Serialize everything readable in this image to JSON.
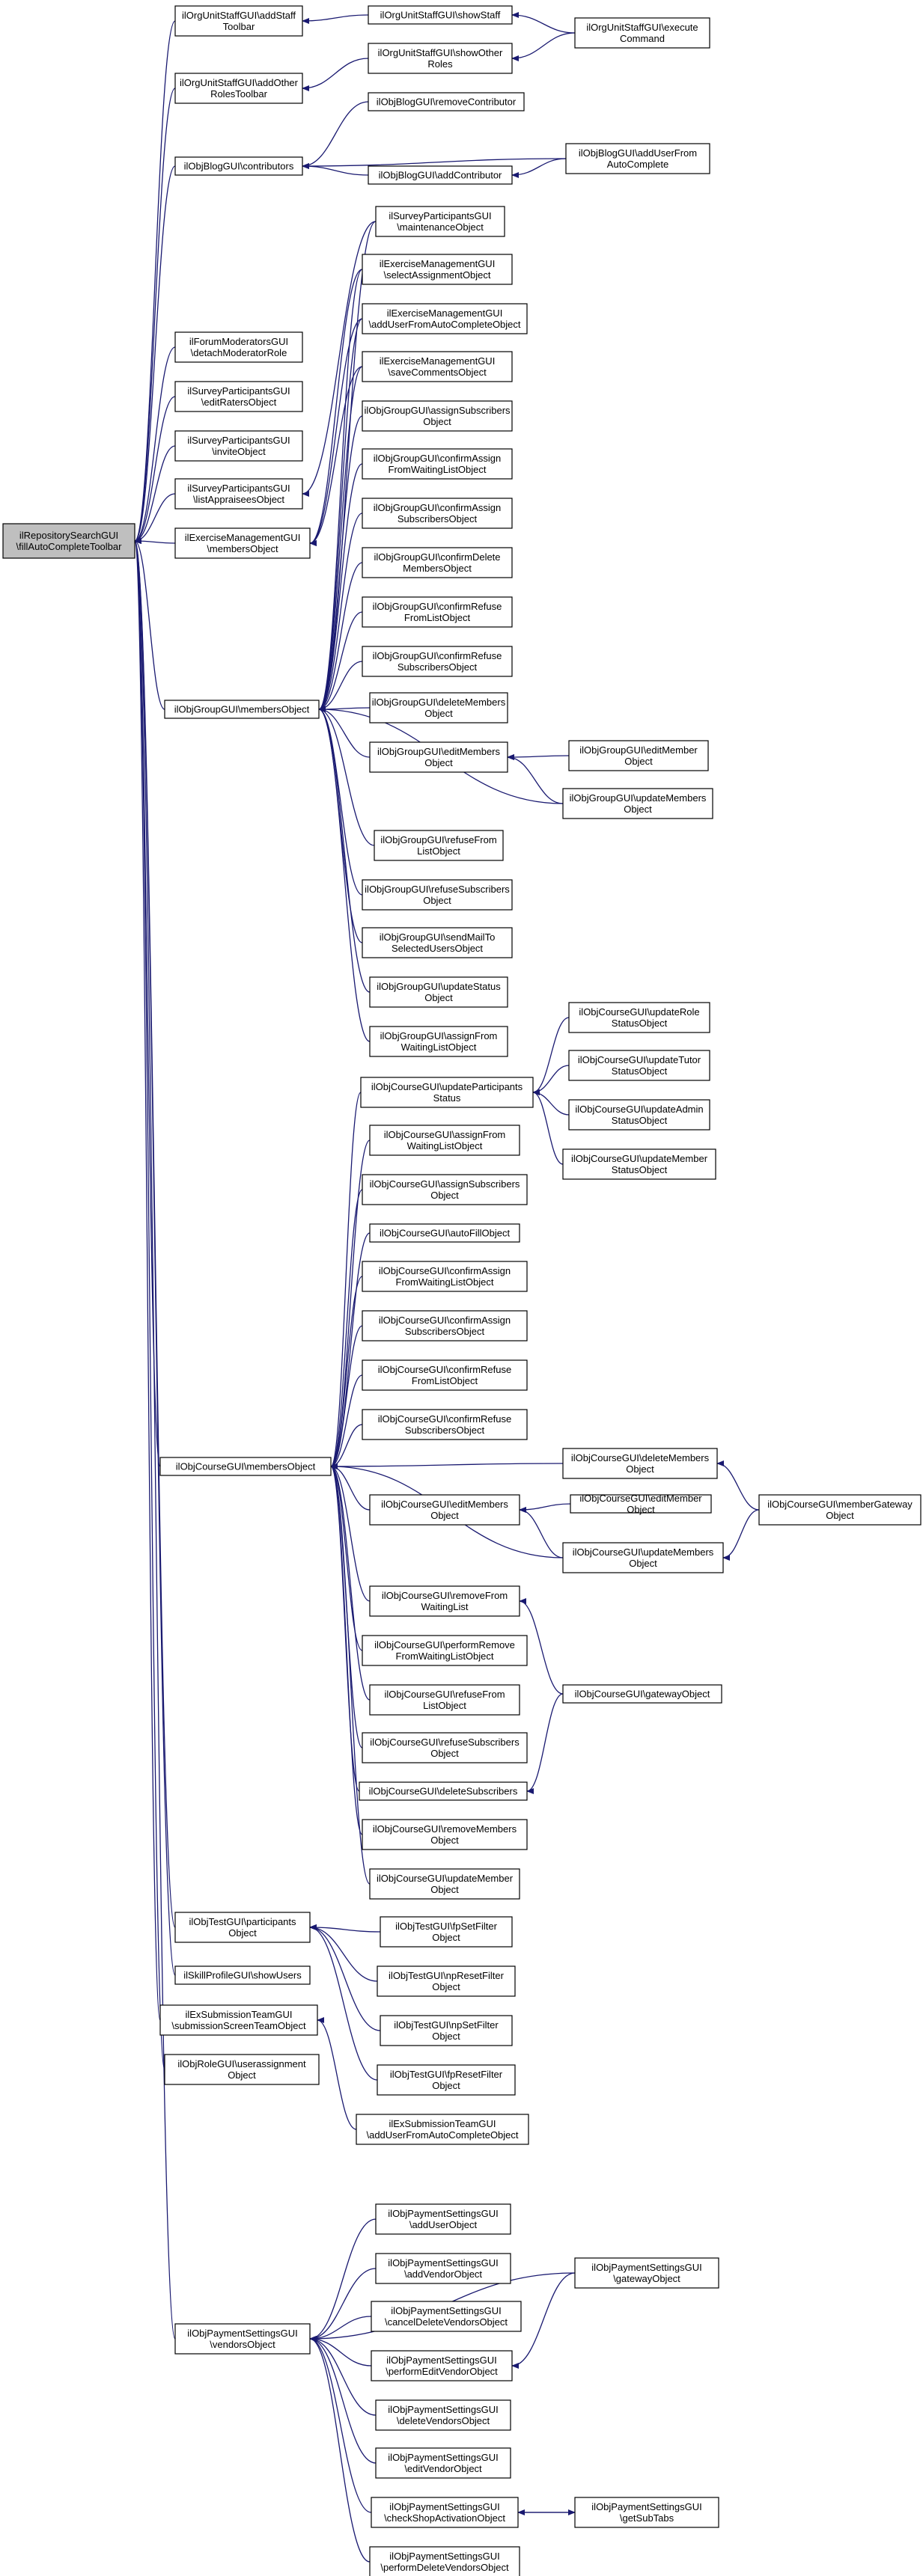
{
  "graph": {
    "colors": {
      "edge": "#191970",
      "node_border": "#000000",
      "root_fill": "#bfbfbf",
      "node_fill": "#ffffff"
    },
    "nodes": [
      {
        "id": "root",
        "lines": [
          "ilRepositorySearchGUI",
          "\\fillAutoCompleteToolbar"
        ],
        "root": true
      },
      {
        "id": "ou_addstaff",
        "lines": [
          "ilOrgUnitStaffGUI\\addStaff",
          "Toolbar"
        ]
      },
      {
        "id": "ou_showstaff",
        "lines": [
          "ilOrgUnitStaffGUI\\showStaff"
        ]
      },
      {
        "id": "ou_exec",
        "lines": [
          "ilOrgUnitStaffGUI\\execute",
          "Command"
        ]
      },
      {
        "id": "ou_addother",
        "lines": [
          "ilOrgUnitStaffGUI\\addOther",
          "RolesToolbar"
        ]
      },
      {
        "id": "ou_showother",
        "lines": [
          "ilOrgUnitStaffGUI\\showOther",
          "Roles"
        ]
      },
      {
        "id": "blog_contrib",
        "lines": [
          "ilObjBlogGUI\\contributors"
        ]
      },
      {
        "id": "blog_remove",
        "lines": [
          "ilObjBlogGUI\\removeContributor"
        ]
      },
      {
        "id": "blog_add",
        "lines": [
          "ilObjBlogGUI\\addContributor"
        ]
      },
      {
        "id": "blog_adduser",
        "lines": [
          "ilObjBlogGUI\\addUserFrom",
          "AutoComplete"
        ]
      },
      {
        "id": "survey_maint",
        "lines": [
          "ilSurveyParticipantsGUI",
          "\\maintenanceObject"
        ]
      },
      {
        "id": "ex_select",
        "lines": [
          "ilExerciseManagementGUI",
          "\\selectAssignmentObject"
        ]
      },
      {
        "id": "ex_adduser",
        "lines": [
          "ilExerciseManagementGUI",
          "\\addUserFromAutoCompleteObject"
        ]
      },
      {
        "id": "ex_savecomm",
        "lines": [
          "ilExerciseManagementGUI",
          "\\saveCommentsObject"
        ]
      },
      {
        "id": "forum_detach",
        "lines": [
          "ilForumModeratorsGUI",
          "\\detachModeratorRole"
        ]
      },
      {
        "id": "survey_edit",
        "lines": [
          "ilSurveyParticipantsGUI",
          "\\editRatersObject"
        ]
      },
      {
        "id": "survey_invite",
        "lines": [
          "ilSurveyParticipantsGUI",
          "\\inviteObject"
        ]
      },
      {
        "id": "survey_list",
        "lines": [
          "ilSurveyParticipantsGUI",
          "\\listAppraiseesObject"
        ]
      },
      {
        "id": "ex_members",
        "lines": [
          "ilExerciseManagementGUI",
          "\\membersObject"
        ]
      },
      {
        "id": "grp_assignsub",
        "lines": [
          "ilObjGroupGUI\\assignSubscribers",
          "Object"
        ]
      },
      {
        "id": "grp_confassignwl",
        "lines": [
          "ilObjGroupGUI\\confirmAssign",
          "FromWaitingListObject"
        ]
      },
      {
        "id": "grp_confassignsub",
        "lines": [
          "ilObjGroupGUI\\confirmAssign",
          "SubscribersObject"
        ]
      },
      {
        "id": "grp_confdel",
        "lines": [
          "ilObjGroupGUI\\confirmDelete",
          "MembersObject"
        ]
      },
      {
        "id": "grp_confrefuselist",
        "lines": [
          "ilObjGroupGUI\\confirmRefuse",
          "FromListObject"
        ]
      },
      {
        "id": "grp_confrefusesub",
        "lines": [
          "ilObjGroupGUI\\confirmRefuse",
          "SubscribersObject"
        ]
      },
      {
        "id": "grp_members",
        "lines": [
          "ilObjGroupGUI\\membersObject"
        ]
      },
      {
        "id": "grp_delmembers",
        "lines": [
          "ilObjGroupGUI\\deleteMembers",
          "Object"
        ]
      },
      {
        "id": "grp_editmembers",
        "lines": [
          "ilObjGroupGUI\\editMembers",
          "Object"
        ]
      },
      {
        "id": "grp_editmember",
        "lines": [
          "ilObjGroupGUI\\editMember",
          "Object"
        ]
      },
      {
        "id": "grp_updmembers",
        "lines": [
          "ilObjGroupGUI\\updateMembers",
          "Object"
        ]
      },
      {
        "id": "grp_refusefrom",
        "lines": [
          "ilObjGroupGUI\\refuseFrom",
          "ListObject"
        ]
      },
      {
        "id": "grp_refusesub",
        "lines": [
          "ilObjGroupGUI\\refuseSubscribers",
          "Object"
        ]
      },
      {
        "id": "grp_sendmail",
        "lines": [
          "ilObjGroupGUI\\sendMailTo",
          "SelectedUsersObject"
        ]
      },
      {
        "id": "grp_updstatus",
        "lines": [
          "ilObjGroupGUI\\updateStatus",
          "Object"
        ]
      },
      {
        "id": "grp_assignwl",
        "lines": [
          "ilObjGroupGUI\\assignFrom",
          "WaitingListObject"
        ]
      },
      {
        "id": "crs_updrole",
        "lines": [
          "ilObjCourseGUI\\updateRole",
          "StatusObject"
        ]
      },
      {
        "id": "crs_updpart",
        "lines": [
          "ilObjCourseGUI\\updateParticipants",
          "Status"
        ]
      },
      {
        "id": "crs_updtutor",
        "lines": [
          "ilObjCourseGUI\\updateTutor",
          "StatusObject"
        ]
      },
      {
        "id": "crs_updadmin",
        "lines": [
          "ilObjCourseGUI\\updateAdmin",
          "StatusObject"
        ]
      },
      {
        "id": "crs_updmemberstatus",
        "lines": [
          "ilObjCourseGUI\\updateMember",
          "StatusObject"
        ]
      },
      {
        "id": "crs_assignwl",
        "lines": [
          "ilObjCourseGUI\\assignFrom",
          "WaitingListObject"
        ]
      },
      {
        "id": "crs_assignsub",
        "lines": [
          "ilObjCourseGUI\\assignSubscribers",
          "Object"
        ]
      },
      {
        "id": "crs_autofill",
        "lines": [
          "ilObjCourseGUI\\autoFillObject"
        ]
      },
      {
        "id": "crs_confassignwl",
        "lines": [
          "ilObjCourseGUI\\confirmAssign",
          "FromWaitingListObject"
        ]
      },
      {
        "id": "crs_confassignsub",
        "lines": [
          "ilObjCourseGUI\\confirmAssign",
          "SubscribersObject"
        ]
      },
      {
        "id": "crs_confrefuselist",
        "lines": [
          "ilObjCourseGUI\\confirmRefuse",
          "FromListObject"
        ]
      },
      {
        "id": "crs_confrefusesub",
        "lines": [
          "ilObjCourseGUI\\confirmRefuse",
          "SubscribersObject"
        ]
      },
      {
        "id": "crs_members",
        "lines": [
          "ilObjCourseGUI\\membersObject"
        ]
      },
      {
        "id": "crs_delmembers",
        "lines": [
          "ilObjCourseGUI\\deleteMembers",
          "Object"
        ]
      },
      {
        "id": "crs_gateway_member",
        "lines": [
          "ilObjCourseGUI\\memberGateway",
          "Object"
        ]
      },
      {
        "id": "crs_editmembers",
        "lines": [
          "ilObjCourseGUI\\editMembers",
          "Object"
        ]
      },
      {
        "id": "crs_editmember",
        "lines": [
          "ilObjCourseGUI\\editMember",
          "Object"
        ]
      },
      {
        "id": "crs_updmembers",
        "lines": [
          "ilObjCourseGUI\\updateMembers",
          "Object"
        ]
      },
      {
        "id": "crs_removewl",
        "lines": [
          "ilObjCourseGUI\\removeFrom",
          "WaitingList"
        ]
      },
      {
        "id": "crs_performremove",
        "lines": [
          "ilObjCourseGUI\\performRemove",
          "FromWaitingListObject"
        ]
      },
      {
        "id": "crs_refusefrom",
        "lines": [
          "ilObjCourseGUI\\refuseFrom",
          "ListObject"
        ]
      },
      {
        "id": "crs_gateway",
        "lines": [
          "ilObjCourseGUI\\gatewayObject"
        ]
      },
      {
        "id": "crs_refusesub",
        "lines": [
          "ilObjCourseGUI\\refuseSubscribers",
          "Object"
        ]
      },
      {
        "id": "crs_delsub",
        "lines": [
          "ilObjCourseGUI\\deleteSubscribers"
        ]
      },
      {
        "id": "crs_removemembers",
        "lines": [
          "ilObjCourseGUI\\removeMembers",
          "Object"
        ]
      },
      {
        "id": "crs_updmember",
        "lines": [
          "ilObjCourseGUI\\updateMember",
          "Object"
        ]
      },
      {
        "id": "test_part",
        "lines": [
          "ilObjTestGUI\\participants",
          "Object"
        ]
      },
      {
        "id": "test_fpset",
        "lines": [
          "ilObjTestGUI\\fpSetFilter",
          "Object"
        ]
      },
      {
        "id": "skill_show",
        "lines": [
          "ilSkillProfileGUI\\showUsers"
        ]
      },
      {
        "id": "test_npreset",
        "lines": [
          "ilObjTestGUI\\npResetFilter",
          "Object"
        ]
      },
      {
        "id": "exsub_screen",
        "lines": [
          "ilExSubmissionTeamGUI",
          "\\submissionScreenTeamObject"
        ]
      },
      {
        "id": "test_npset",
        "lines": [
          "ilObjTestGUI\\npSetFilter",
          "Object"
        ]
      },
      {
        "id": "role_userassign",
        "lines": [
          "ilObjRoleGUI\\userassignment",
          "Object"
        ]
      },
      {
        "id": "test_fpreset",
        "lines": [
          "ilObjTestGUI\\fpResetFilter",
          "Object"
        ]
      },
      {
        "id": "exsub_adduser",
        "lines": [
          "ilExSubmissionTeamGUI",
          "\\addUserFromAutoCompleteObject"
        ]
      },
      {
        "id": "pay_adduser",
        "lines": [
          "ilObjPaymentSettingsGUI",
          "\\addUserObject"
        ]
      },
      {
        "id": "pay_addvendor",
        "lines": [
          "ilObjPaymentSettingsGUI",
          "\\addVendorObject"
        ]
      },
      {
        "id": "pay_gateway",
        "lines": [
          "ilObjPaymentSettingsGUI",
          "\\gatewayObject"
        ]
      },
      {
        "id": "pay_canceldel",
        "lines": [
          "ilObjPaymentSettingsGUI",
          "\\cancelDeleteVendorsObject"
        ]
      },
      {
        "id": "pay_vendors",
        "lines": [
          "ilObjPaymentSettingsGUI",
          "\\vendorsObject"
        ]
      },
      {
        "id": "pay_performedit",
        "lines": [
          "ilObjPaymentSettingsGUI",
          "\\performEditVendorObject"
        ]
      },
      {
        "id": "pay_delvendors",
        "lines": [
          "ilObjPaymentSettingsGUI",
          "\\deleteVendorsObject"
        ]
      },
      {
        "id": "pay_editvendor",
        "lines": [
          "ilObjPaymentSettingsGUI",
          "\\editVendorObject"
        ]
      },
      {
        "id": "pay_checkshop",
        "lines": [
          "ilObjPaymentSettingsGUI",
          "\\checkShopActivationObject"
        ]
      },
      {
        "id": "pay_getsubtabs",
        "lines": [
          "ilObjPaymentSettingsGUI",
          "\\getSubTabs"
        ]
      },
      {
        "id": "pay_performdel",
        "lines": [
          "ilObjPaymentSettingsGUI",
          "\\performDeleteVendorsObject"
        ]
      }
    ],
    "edges": [
      [
        "ou_addstaff",
        "root"
      ],
      [
        "ou_addother",
        "root"
      ],
      [
        "blog_contrib",
        "root"
      ],
      [
        "forum_detach",
        "root"
      ],
      [
        "survey_edit",
        "root"
      ],
      [
        "survey_invite",
        "root"
      ],
      [
        "survey_list",
        "root"
      ],
      [
        "ex_members",
        "root"
      ],
      [
        "grp_members",
        "root"
      ],
      [
        "crs_members",
        "root"
      ],
      [
        "test_part",
        "root"
      ],
      [
        "skill_show",
        "root"
      ],
      [
        "exsub_screen",
        "root"
      ],
      [
        "role_userassign",
        "root"
      ],
      [
        "pay_vendors",
        "root"
      ],
      [
        "ou_showstaff",
        "ou_addstaff"
      ],
      [
        "ou_exec",
        "ou_showstaff"
      ],
      [
        "ou_showother",
        "ou_addother"
      ],
      [
        "ou_exec",
        "ou_showother"
      ],
      [
        "blog_remove",
        "blog_contrib"
      ],
      [
        "blog_add",
        "blog_contrib"
      ],
      [
        "blog_adduser",
        "blog_contrib"
      ],
      [
        "blog_adduser",
        "blog_add"
      ],
      [
        "survey_maint",
        "survey_list"
      ],
      [
        "ex_select",
        "ex_members"
      ],
      [
        "ex_adduser",
        "ex_members"
      ],
      [
        "ex_savecomm",
        "ex_members"
      ],
      [
        "survey_maint",
        "grp_members"
      ],
      [
        "ex_select",
        "grp_members"
      ],
      [
        "ex_adduser",
        "grp_members"
      ],
      [
        "ex_savecomm",
        "grp_members"
      ],
      [
        "grp_assignsub",
        "grp_members"
      ],
      [
        "grp_confassignwl",
        "grp_members"
      ],
      [
        "grp_confassignsub",
        "grp_members"
      ],
      [
        "grp_confdel",
        "grp_members"
      ],
      [
        "grp_confrefuselist",
        "grp_members"
      ],
      [
        "grp_confrefusesub",
        "grp_members"
      ],
      [
        "grp_delmembers",
        "grp_members"
      ],
      [
        "grp_editmembers",
        "grp_members"
      ],
      [
        "grp_updmembers",
        "grp_members"
      ],
      [
        "grp_refusefrom",
        "grp_members"
      ],
      [
        "grp_refusesub",
        "grp_members"
      ],
      [
        "grp_sendmail",
        "grp_members"
      ],
      [
        "grp_updstatus",
        "grp_members"
      ],
      [
        "grp_assignwl",
        "grp_members"
      ],
      [
        "grp_editmember",
        "grp_editmembers"
      ],
      [
        "grp_updmembers",
        "grp_editmembers"
      ],
      [
        "crs_updpart",
        "crs_members"
      ],
      [
        "crs_assignwl",
        "crs_members"
      ],
      [
        "crs_assignsub",
        "crs_members"
      ],
      [
        "crs_autofill",
        "crs_members"
      ],
      [
        "crs_confassignwl",
        "crs_members"
      ],
      [
        "crs_confassignsub",
        "crs_members"
      ],
      [
        "crs_confrefuselist",
        "crs_members"
      ],
      [
        "crs_confrefusesub",
        "crs_members"
      ],
      [
        "crs_delmembers",
        "crs_members"
      ],
      [
        "crs_editmembers",
        "crs_members"
      ],
      [
        "crs_updmembers",
        "crs_members"
      ],
      [
        "crs_removewl",
        "crs_members"
      ],
      [
        "crs_performremove",
        "crs_members"
      ],
      [
        "crs_refusefrom",
        "crs_members"
      ],
      [
        "crs_refusesub",
        "crs_members"
      ],
      [
        "crs_delsub",
        "crs_members"
      ],
      [
        "crs_removemembers",
        "crs_members"
      ],
      [
        "crs_updmember",
        "crs_members"
      ],
      [
        "crs_updrole",
        "crs_updpart"
      ],
      [
        "crs_updtutor",
        "crs_updpart"
      ],
      [
        "crs_updadmin",
        "crs_updpart"
      ],
      [
        "crs_updmemberstatus",
        "crs_updpart"
      ],
      [
        "crs_gateway_member",
        "crs_delmembers"
      ],
      [
        "crs_gateway_member",
        "crs_updmembers"
      ],
      [
        "crs_editmember",
        "crs_editmembers"
      ],
      [
        "crs_updmembers",
        "crs_editmembers"
      ],
      [
        "crs_gateway",
        "crs_removewl"
      ],
      [
        "crs_gateway",
        "crs_delsub"
      ],
      [
        "test_fpset",
        "test_part"
      ],
      [
        "test_npreset",
        "test_part"
      ],
      [
        "test_npset",
        "test_part"
      ],
      [
        "test_fpreset",
        "test_part"
      ],
      [
        "exsub_adduser",
        "exsub_screen"
      ],
      [
        "pay_adduser",
        "pay_vendors"
      ],
      [
        "pay_addvendor",
        "pay_vendors"
      ],
      [
        "pay_gateway",
        "pay_vendors"
      ],
      [
        "pay_canceldel",
        "pay_vendors"
      ],
      [
        "pay_performedit",
        "pay_vendors"
      ],
      [
        "pay_delvendors",
        "pay_vendors"
      ],
      [
        "pay_editvendor",
        "pay_vendors"
      ],
      [
        "pay_checkshop",
        "pay_vendors"
      ],
      [
        "pay_performdel",
        "pay_vendors"
      ],
      [
        "pay_gateway",
        "pay_performedit"
      ],
      [
        "pay_getsubtabs",
        "pay_checkshop"
      ],
      [
        "pay_checkshop",
        "pay_getsubtabs"
      ]
    ]
  }
}
